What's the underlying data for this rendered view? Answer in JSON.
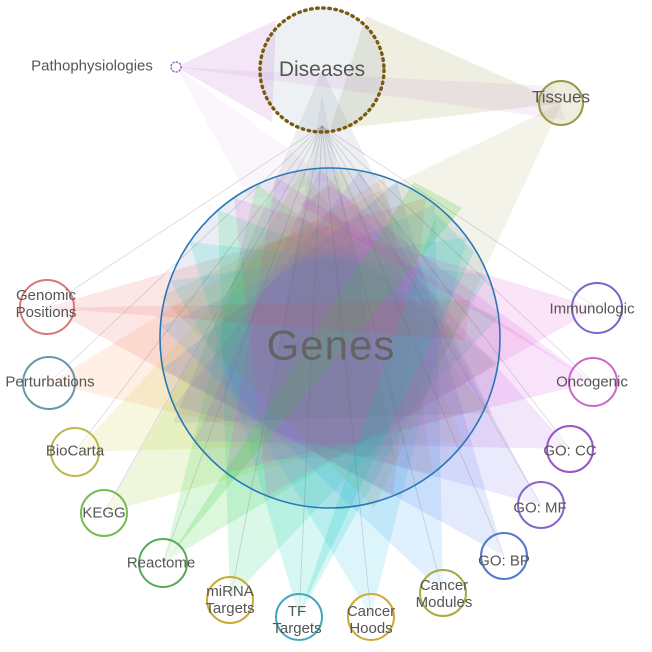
{
  "figure": {
    "type": "network-edge-bundle-visualization",
    "description": "Gene set network: peripheral category nodes connected to a central Genes hub by colored edge bundles"
  },
  "colors": {
    "disease_edges": "#5a6478",
    "genes_fill": "#b8c4d8",
    "label_text": "#555555"
  },
  "nodes": {
    "genes": {
      "label": "Genes",
      "stroke": "#2878b8"
    },
    "diseases": {
      "label": "Diseases",
      "stroke": "#7a5a10",
      "fan": "#50607a"
    },
    "tissues": {
      "label": "Tissues",
      "stroke": "#999944",
      "fan": "#8a8a2a"
    },
    "pathophysiologies": {
      "label": "Pathophysiologies",
      "stroke": "#9966cc",
      "fan": "#bb66cc"
    },
    "genomic_positions": {
      "label": "Genomic Positions",
      "stroke": "#d97777",
      "fan": "#e84040"
    },
    "perturbations": {
      "label": "Perturbations",
      "stroke": "#6699aa",
      "fan": "#ff8030"
    },
    "biocarta": {
      "label": "BioCarta",
      "stroke": "#b8b84a",
      "fan": "#c8c820"
    },
    "kegg": {
      "label": "KEGG",
      "stroke": "#77bb55",
      "fan": "#98d020"
    },
    "reactome": {
      "label": "Reactome",
      "stroke": "#55aa55",
      "fan": "#40d040"
    },
    "mirna_targets": {
      "label": "miRNA Targets",
      "stroke": "#ccaa33",
      "fan": "#20d878"
    },
    "tf_targets": {
      "label": "TF Targets",
      "stroke": "#44aabb",
      "fan": "#10cec0"
    },
    "cancer_hoods": {
      "label": "Cancer Hoods",
      "stroke": "#ccaa33",
      "fan": "#20c0e8"
    },
    "cancer_modules": {
      "label": "Cancer Modules",
      "stroke": "#aaaa44",
      "fan": "#30a0f0"
    },
    "go_bp": {
      "label": "GO: BP",
      "stroke": "#5577cc",
      "fan": "#4070e8"
    },
    "go_mf": {
      "label": "GO: MF",
      "stroke": "#8866cc",
      "fan": "#7060e8"
    },
    "go_cc": {
      "label": "GO: CC",
      "stroke": "#9955cc",
      "fan": "#a050e0"
    },
    "oncogenic": {
      "label": "Oncogenic",
      "stroke": "#cc66cc",
      "fan": "#d840e0"
    },
    "immunologic": {
      "label": "Immunologic",
      "stroke": "#7766cc",
      "fan": "#e040c8"
    }
  },
  "edges": [
    {
      "source": "Genomic Positions",
      "target": "Genes"
    },
    {
      "source": "Perturbations",
      "target": "Genes"
    },
    {
      "source": "BioCarta",
      "target": "Genes"
    },
    {
      "source": "KEGG",
      "target": "Genes"
    },
    {
      "source": "Reactome",
      "target": "Genes"
    },
    {
      "source": "miRNA Targets",
      "target": "Genes"
    },
    {
      "source": "TF Targets",
      "target": "Genes"
    },
    {
      "source": "Cancer Hoods",
      "target": "Genes"
    },
    {
      "source": "Cancer Modules",
      "target": "Genes"
    },
    {
      "source": "GO: BP",
      "target": "Genes"
    },
    {
      "source": "GO: MF",
      "target": "Genes"
    },
    {
      "source": "GO: CC",
      "target": "Genes"
    },
    {
      "source": "Oncogenic",
      "target": "Genes"
    },
    {
      "source": "Immunologic",
      "target": "Genes"
    },
    {
      "source": "Diseases",
      "target": "Genes"
    },
    {
      "source": "Tissues",
      "target": "Genes"
    },
    {
      "source": "Tissues",
      "target": "Diseases"
    },
    {
      "source": "Pathophysiologies",
      "target": "Diseases"
    },
    {
      "source": "Pathophysiologies",
      "target": "Tissues"
    }
  ]
}
